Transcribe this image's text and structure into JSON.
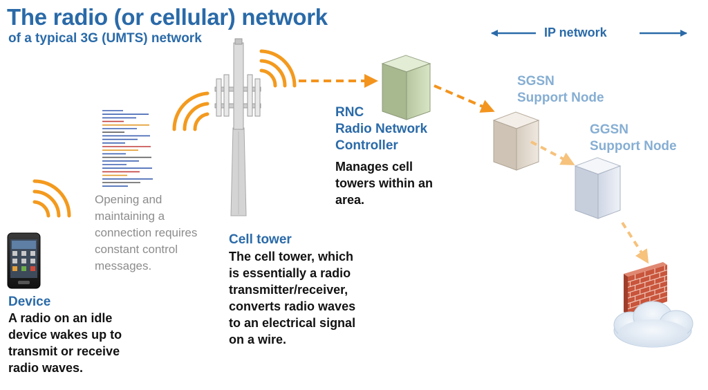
{
  "title": "The radio (or cellular) network",
  "subtitle": "of a typical 3G (UMTS) network",
  "ip_network_label": "IP network",
  "device": {
    "heading": "Device",
    "description": "A radio on an idle\ndevice wakes up to\ntransmit or receive\nradio waves."
  },
  "control_messages": {
    "description": "Opening and\nmaintaining a\nconnection requires\nconstant control\nmessages."
  },
  "cell_tower": {
    "heading": "Cell tower",
    "description": "The cell tower, which\nis essentially a radio\ntransmitter/receiver,\nconverts radio waves\nto an electrical signal\non a wire."
  },
  "rnc": {
    "heading": "RNC\nRadio Network\nController",
    "description": "Manages cell\ntowers within an\narea."
  },
  "sgsn": {
    "heading": "SGSN\nSupport Node"
  },
  "ggsn": {
    "heading": "GGSN\nSupport Node"
  },
  "colors": {
    "heading_blue": "#2a6aa8",
    "light_blue": "#86aed3",
    "wave_orange": "#f39a1e",
    "arrow_orange": "#f3941e",
    "arrow_light": "#f6c27c",
    "brick": "#c8553c",
    "server_green": "#c9d7b4",
    "server_beige": "#e6ddd2",
    "server_blue": "#dde3ef",
    "gray_text": "#8c8c8c"
  },
  "icons": [
    "phone-icon",
    "cell-tower-icon",
    "rnc-server-icon",
    "sgsn-server-icon",
    "ggsn-server-icon",
    "firewall-icon",
    "internet-cloud-icon",
    "radio-waves-icon",
    "control-messages-icon"
  ]
}
